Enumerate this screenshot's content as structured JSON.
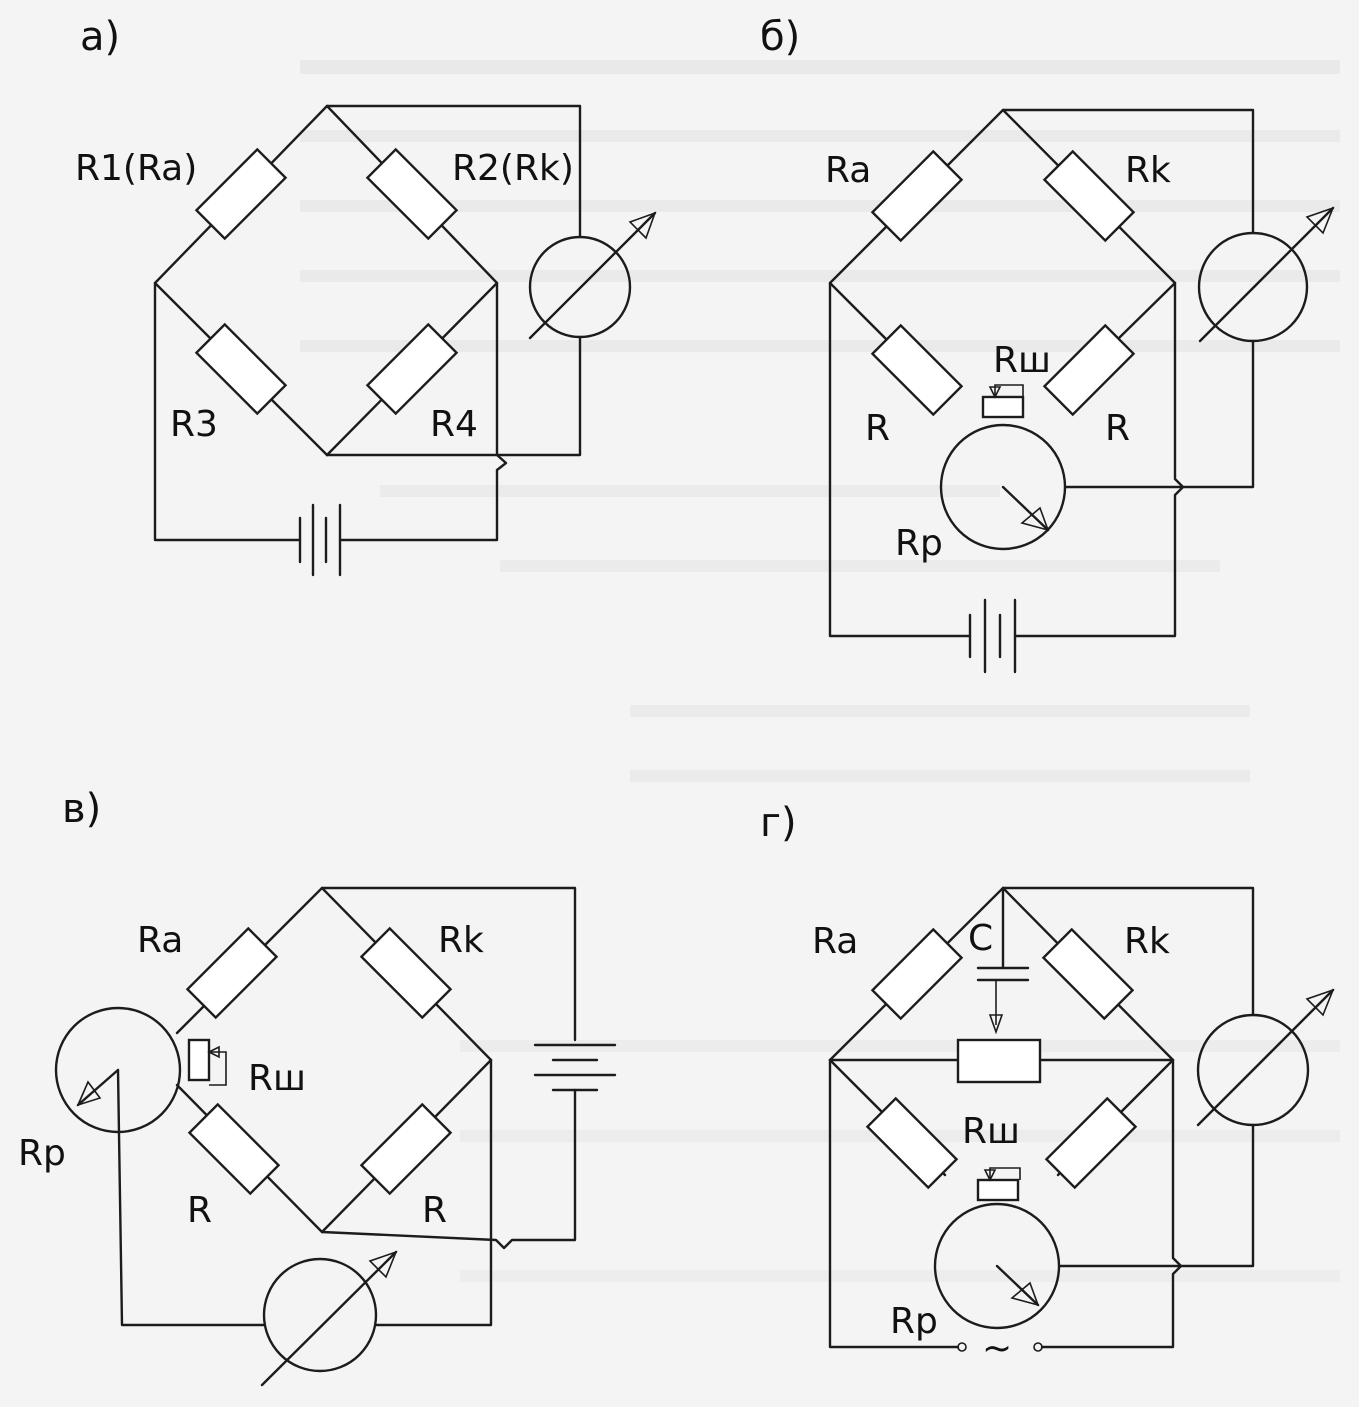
{
  "panels": {
    "a": {
      "caption": "а)",
      "labels": {
        "r1": "R1(Ra)",
        "r2": "R2(Rk)",
        "r3": "R3",
        "r4": "R4"
      }
    },
    "b": {
      "caption": "б)",
      "labels": {
        "ra": "Ra",
        "rk": "Rk",
        "rsh": "Rш",
        "rl": "R",
        "rr": "R",
        "rp": "Rp"
      }
    },
    "v": {
      "caption": "в)",
      "labels": {
        "ra": "Ra",
        "rk": "Rk",
        "rsh": "Rш",
        "rl": "R",
        "rr": "R",
        "rp": "Rp"
      }
    },
    "g": {
      "caption": "г)",
      "labels": {
        "ra": "Ra",
        "rk": "Rk",
        "c": "C",
        "rsh": "Rш",
        "rp": "Rp",
        "ac": "~"
      }
    }
  }
}
